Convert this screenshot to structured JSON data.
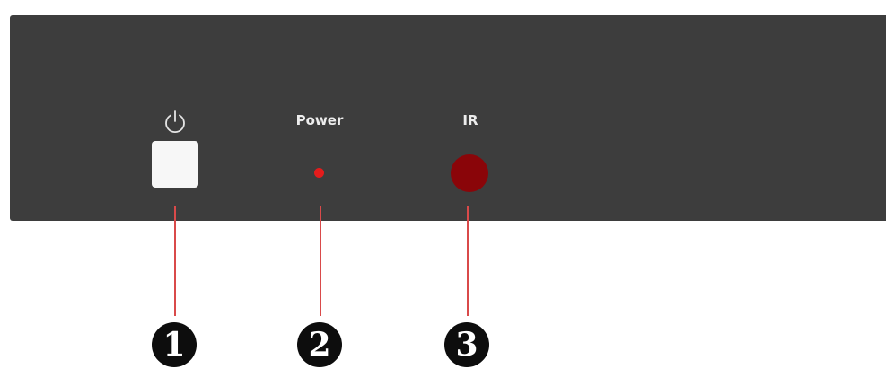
{
  "panel": {
    "labels": {
      "power": "Power",
      "ir": "IR"
    },
    "colors": {
      "panel_background": "#3d3d3d",
      "button_face": "#f7f7f7",
      "power_led": "#e41c1c",
      "ir_sensor": "#8a0509",
      "callout_line": "#d94a4a"
    }
  },
  "callouts": {
    "items": [
      {
        "number": "1",
        "target": "power-button"
      },
      {
        "number": "2",
        "target": "power-led"
      },
      {
        "number": "3",
        "target": "ir-sensor"
      }
    ]
  }
}
